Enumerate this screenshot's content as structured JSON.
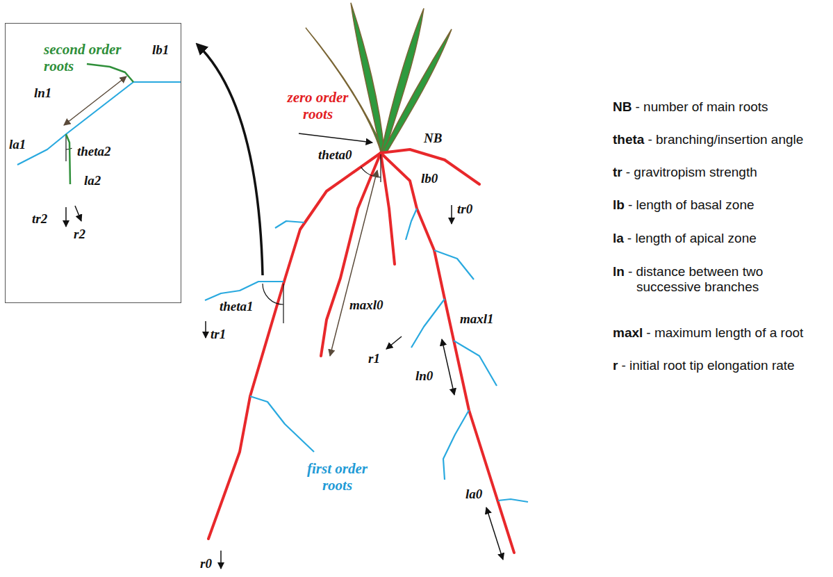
{
  "diagram": {
    "nodes": [
      {
        "text": [
          "second order roots",
          "lb1",
          "ln1",
          "la1",
          "theta2",
          "la2",
          "tr2",
          "r2"
        ]
      }
    ],
    "labels": [
      "zero order roots",
      "theta0",
      "NB",
      "lb0",
      "tr0",
      "maxl0",
      "theta1",
      "tr1",
      "r1",
      "maxl1",
      "ln0",
      "first order roots",
      "la0",
      "r0",
      "NB",
      "- number of main roots",
      "theta",
      "- branching/insertion angle",
      "tr",
      "- gravitropism strength",
      "lb",
      "- length of basal zone",
      "la",
      "- length of apical zone",
      "ln",
      "- distance between two successive branches",
      "maxl",
      "- maximum length of a root",
      "r",
      "- initial root tip elongation rate"
    ]
  }
}
